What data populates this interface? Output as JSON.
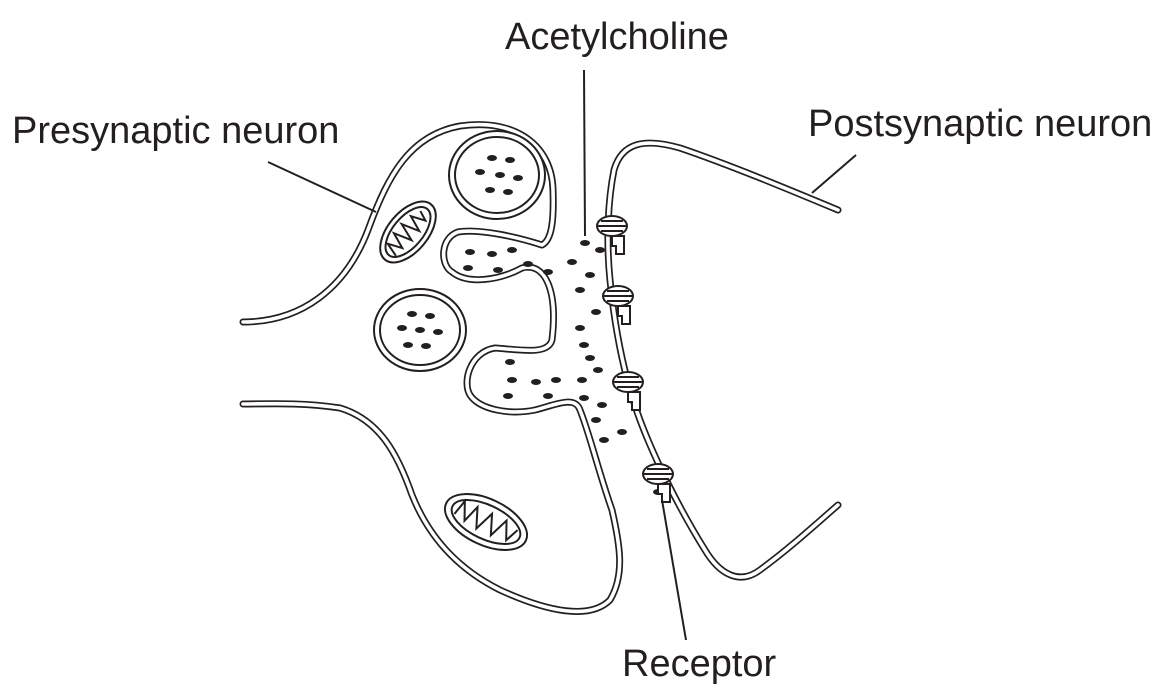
{
  "labels": {
    "acetylcholine": "Acetylcholine",
    "presynaptic": "Presynaptic neuron",
    "postsynaptic": "Postsynaptic neuron",
    "receptor": "Receptor"
  },
  "colors": {
    "ink": "#231f20",
    "background": "#ffffff"
  }
}
